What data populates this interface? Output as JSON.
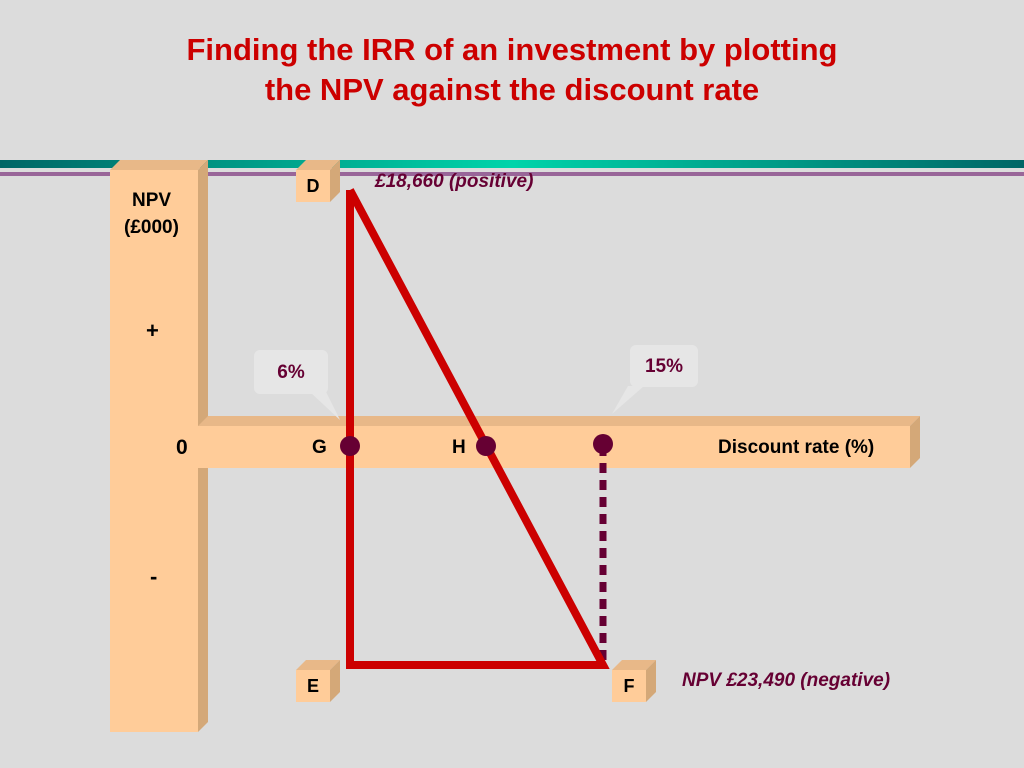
{
  "title": {
    "line1": "Finding the IRR of an investment by plotting",
    "line2": "the NPV against the discount rate"
  },
  "y_axis": {
    "label_line1": "NPV",
    "label_line2": "(£000)",
    "plus": "+",
    "zero": "0",
    "minus": "-"
  },
  "x_axis": {
    "label": "Discount rate (%)"
  },
  "points": {
    "D": "D",
    "E": "E",
    "F": "F",
    "G": "G",
    "H": "H"
  },
  "callouts": {
    "low_rate": "6%",
    "high_rate": "15%"
  },
  "annotations": {
    "positive": "£18,660 (positive)",
    "negative": "NPV £23,490 (negative)"
  },
  "colors": {
    "title": "#cc0000",
    "triangle": "#cc0000",
    "marker": "#660033",
    "axis_fill": "#ffcc99",
    "axis_shade": "#d4a878",
    "band_teal": "#00cc99",
    "band_dark": "#006666",
    "band_purple": "#996699"
  }
}
